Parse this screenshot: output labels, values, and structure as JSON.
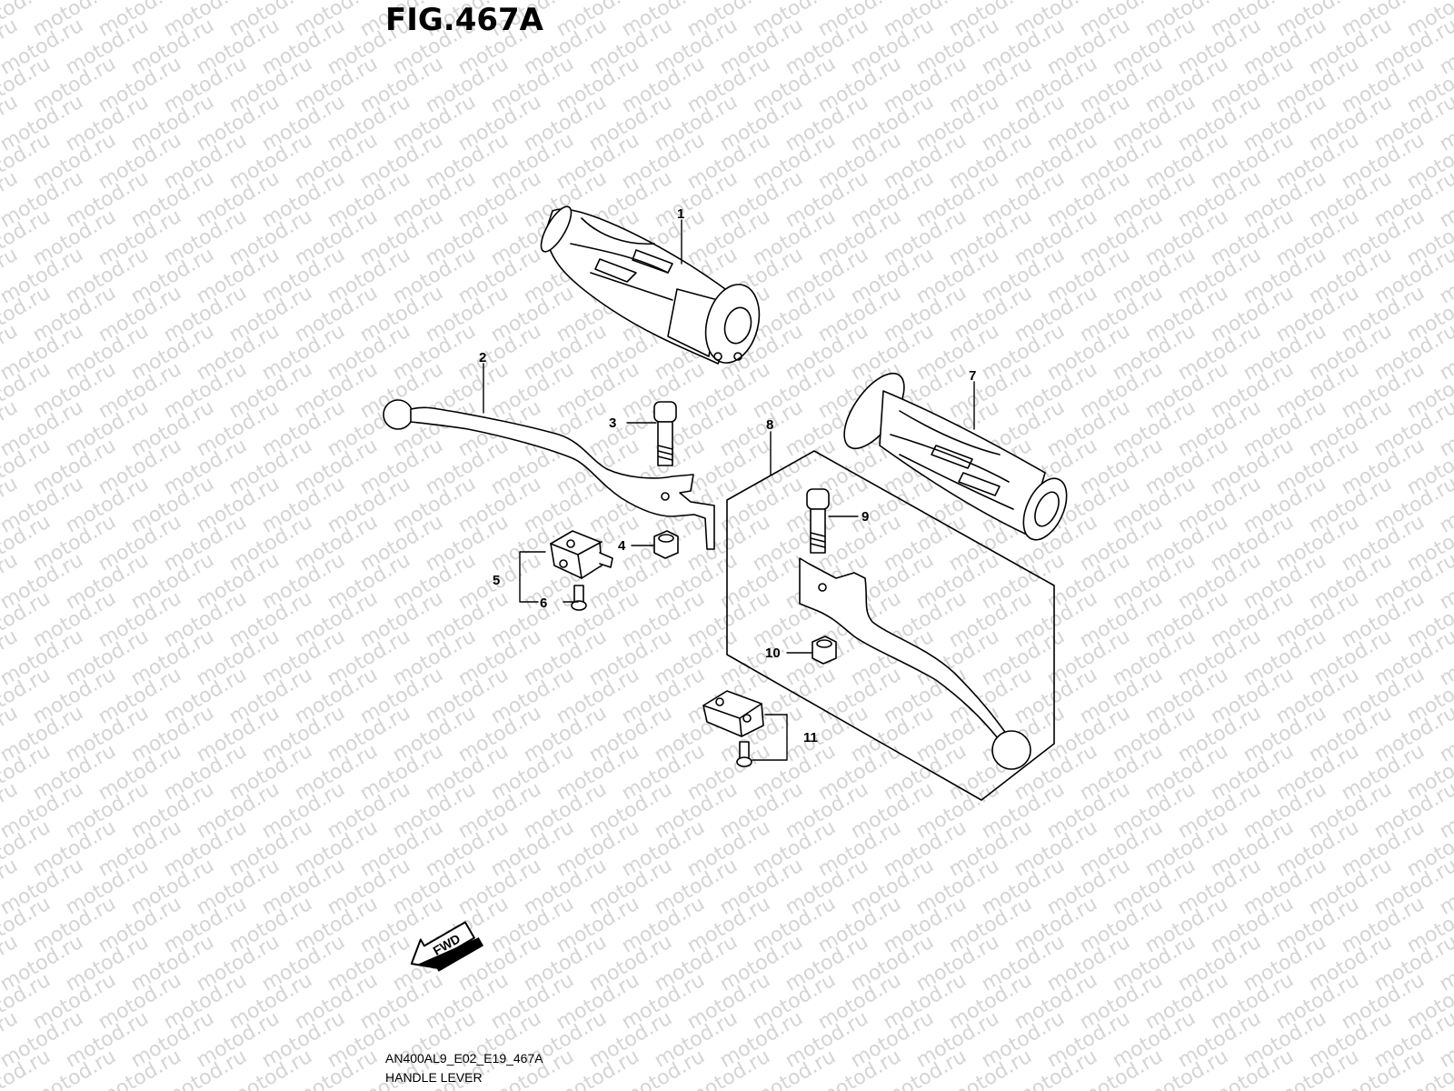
{
  "figure": {
    "title": "FIG.467A",
    "code": "AN400AL9_E02_E19_467A",
    "name": "HANDLE LEVER"
  },
  "watermark_text": "motod.ru",
  "direction_arrow": {
    "label": "FWD"
  },
  "callouts": {
    "c1": "1",
    "c2": "2",
    "c3": "3",
    "c4": "4",
    "c5": "5",
    "c6": "6",
    "c7": "7",
    "c8": "8",
    "c9": "9",
    "c10": "10",
    "c11": "11"
  },
  "parts": [
    {
      "ref": "1",
      "name": "grip-left"
    },
    {
      "ref": "2",
      "name": "lever-rear-brake"
    },
    {
      "ref": "3",
      "name": "pivot-bolt"
    },
    {
      "ref": "4",
      "name": "nut"
    },
    {
      "ref": "5",
      "name": "stop-switch"
    },
    {
      "ref": "6",
      "name": "screw"
    },
    {
      "ref": "7",
      "name": "grip-right"
    },
    {
      "ref": "8",
      "name": "lever-front-brake-assy"
    },
    {
      "ref": "9",
      "name": "pivot-bolt"
    },
    {
      "ref": "10",
      "name": "nut"
    },
    {
      "ref": "11",
      "name": "stop-switch"
    }
  ]
}
